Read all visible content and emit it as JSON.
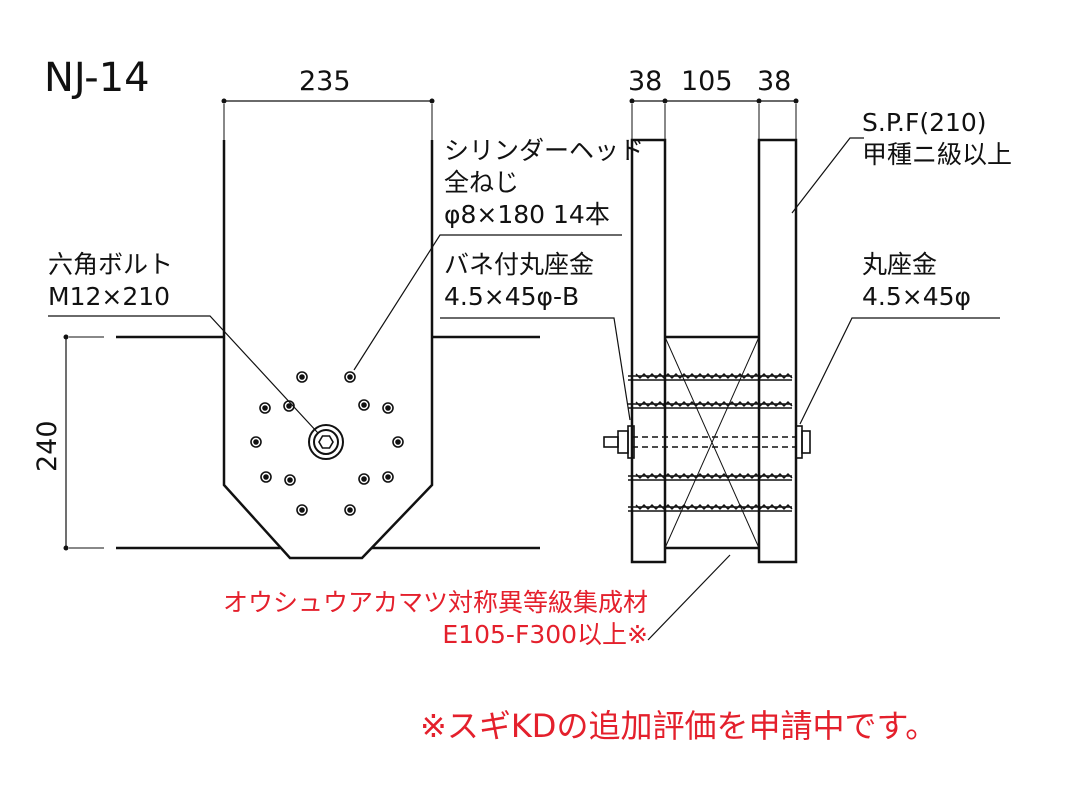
{
  "model": "NJ-14",
  "dimensions": {
    "width_235": "235",
    "height_240": "240",
    "member_38_left": "38",
    "member_105": "105",
    "member_38_right": "38"
  },
  "labels": {
    "screw": {
      "line1": "シリンダーヘッド",
      "line2": "全ねじ",
      "line3": "φ8×180 14本"
    },
    "bolt": {
      "line1": "六角ボルト",
      "line2": "M12×210"
    },
    "spring_washer": {
      "line1": "バネ付丸座金",
      "line2": "4.5×45φ-B"
    },
    "spf": {
      "line1": "S.P.F(210)",
      "line2": "甲種ニ級以上"
    },
    "round_washer": {
      "line1": "丸座金",
      "line2": "4.5×45φ"
    },
    "glulam": {
      "line1": "オウシュウアカマツ対称異等級集成材",
      "line2": "E105-F300以上※"
    }
  },
  "note": "※スギKDの追加評価を申請中です。",
  "colors": {
    "line": "#111111",
    "note_red": "#e4202c"
  }
}
